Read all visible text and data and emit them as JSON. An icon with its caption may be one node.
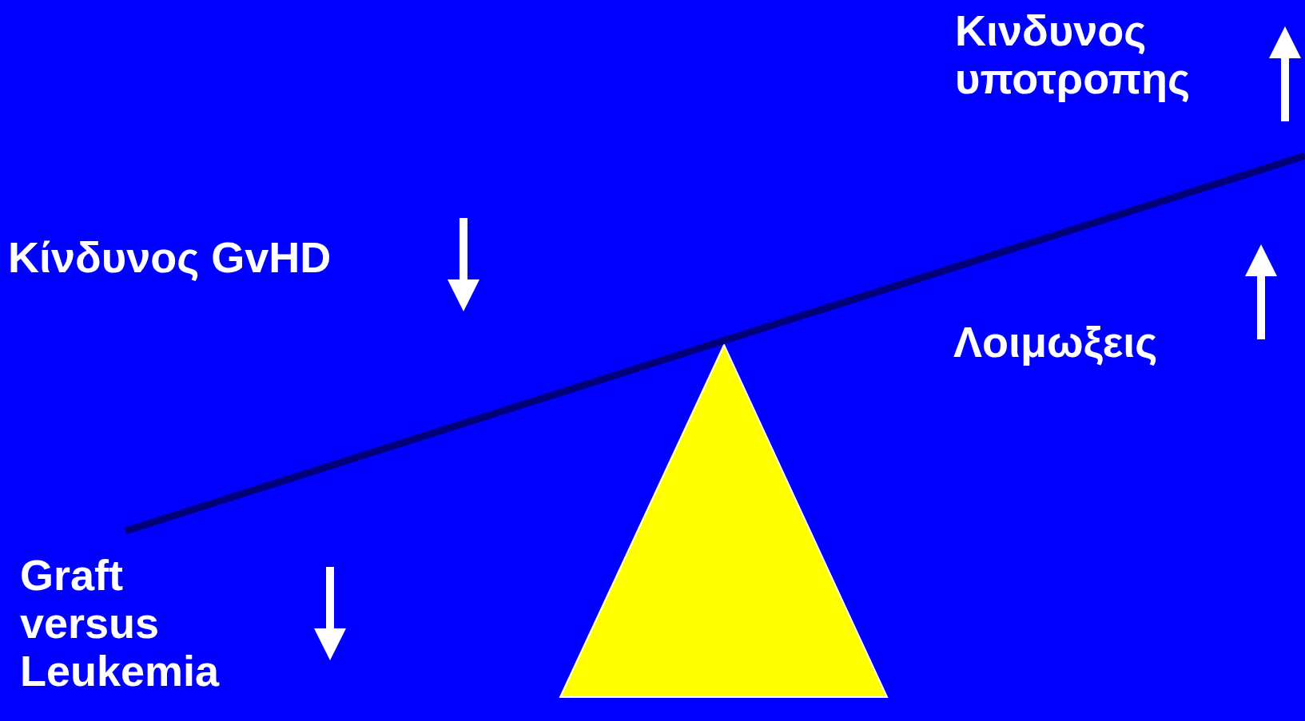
{
  "diagram": {
    "labels": [
      "Κινδυνος υποτροπης",
      "Κίνδυνος GvHD",
      "Λοιμωξεις",
      "Graft versus Leukemia"
    ]
  }
}
